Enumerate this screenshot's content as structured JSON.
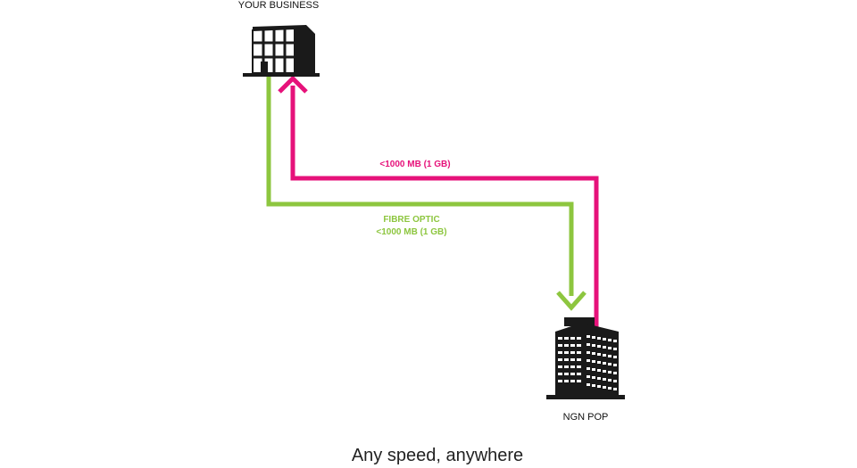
{
  "nodes": {
    "top": {
      "label": "YOUR BUSINESS"
    },
    "bottom": {
      "label": "NGN POP"
    }
  },
  "links": {
    "pink": {
      "label": "<1000 MB (1 GB)",
      "color": "#e6127a"
    },
    "green": {
      "label_line1": "FIBRE OPTIC",
      "label_line2": "<1000 MB (1 GB)",
      "color": "#8dc63f"
    }
  },
  "caption": "Any speed, anywhere"
}
